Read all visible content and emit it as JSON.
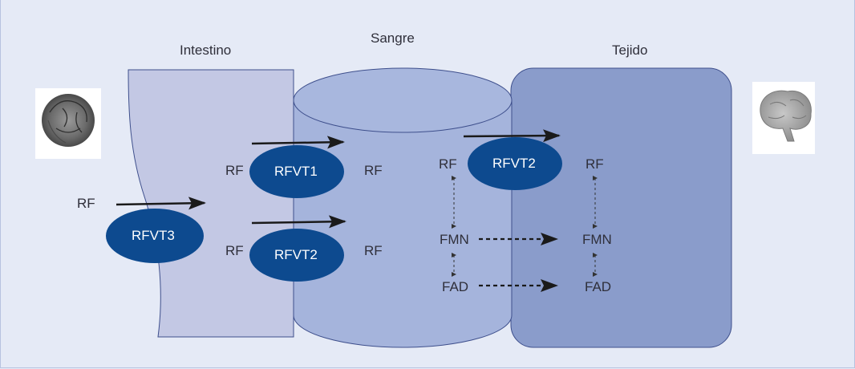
{
  "regions": {
    "intestine_title": "Intestino",
    "blood_title": "Sangre",
    "tissue_title": "Tejido"
  },
  "transporters": {
    "rfvt3": "RFVT3",
    "rfvt1": "RFVT1",
    "rfvt2_intestine": "RFVT2",
    "rfvt2_tissue": "RFVT2"
  },
  "metabolites": {
    "rf_lumen": "RF",
    "rf_intestine_top": "RF",
    "rf_intestine_bottom": "RF",
    "rf_blood_top": "RF",
    "rf_blood_bottom": "RF",
    "rf_blood_right": "RF",
    "fmn_blood": "FMN",
    "fad_blood": "FAD",
    "rf_tissue": "RF",
    "fmn_tissue": "FMN",
    "fad_tissue": "FAD"
  },
  "colors": {
    "background": "#e5eaf6",
    "intestine": "#c3c8e4",
    "blood": "#a5b4dc",
    "tissue": "#8a9ccb",
    "transporter": "#0d4a8f",
    "arrow": "#1a1a1a"
  },
  "icons": {
    "food": "cabbage-image",
    "organ": "brain-image"
  }
}
